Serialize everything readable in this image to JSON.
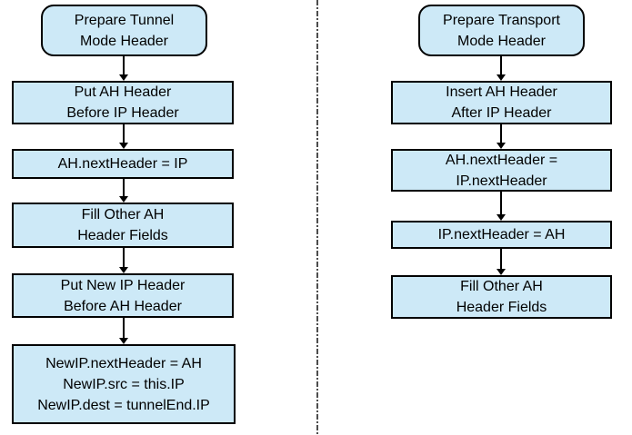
{
  "colors": {
    "background": "#ffffff",
    "node_fill": "#cde9f7",
    "node_border": "#000000",
    "arrow": "#000000",
    "divider": "#4d4d4d"
  },
  "flows": {
    "tunnel": {
      "nodes": [
        {
          "label": "Prepare Tunnel\nMode Header"
        },
        {
          "label": "Put AH Header\nBefore IP Header"
        },
        {
          "label": "AH.nextHeader = IP"
        },
        {
          "label": "Fill Other AH\nHeader Fields"
        },
        {
          "label": "Put New IP Header\nBefore AH Header"
        },
        {
          "label": "NewIP.nextHeader = AH\nNewIP.src = this.IP\nNewIP.dest = tunnelEnd.IP"
        }
      ]
    },
    "transport": {
      "nodes": [
        {
          "label": "Prepare Transport\nMode Header"
        },
        {
          "label": "Insert AH Header\nAfter IP Header"
        },
        {
          "label": "AH.nextHeader =\nIP.nextHeader"
        },
        {
          "label": "IP.nextHeader = AH"
        },
        {
          "label": "Fill Other AH\nHeader Fields"
        }
      ]
    }
  }
}
